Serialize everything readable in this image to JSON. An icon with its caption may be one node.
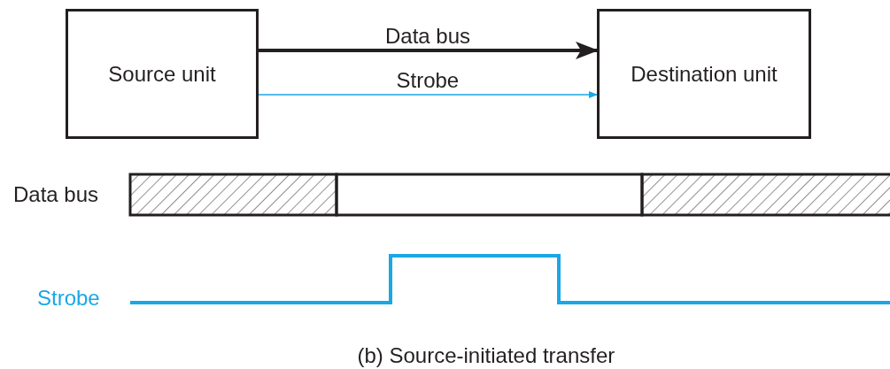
{
  "diagram": {
    "caption": "(b) Source-initiated transfer",
    "nodes": [
      {
        "text": [
          "Source unit"
        ]
      },
      {
        "text": [
          "Destination unit"
        ]
      }
    ],
    "edges": [
      {
        "from": 0,
        "to": 1,
        "arrow": "to",
        "label": "Data bus",
        "style": "thick"
      },
      {
        "from": 0,
        "to": 1,
        "arrow": "to",
        "label": "Strobe",
        "color": "#1aa7e6"
      }
    ],
    "labels": [
      "Data bus",
      "Strobe"
    ]
  }
}
